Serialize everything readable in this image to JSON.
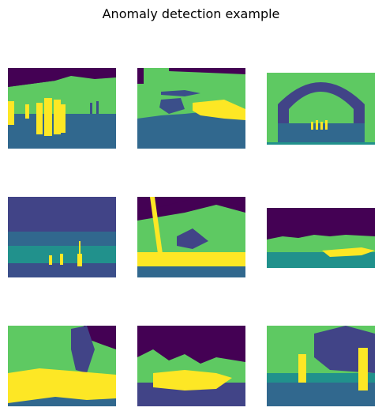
{
  "figure": {
    "title": "Anomaly detection example"
  },
  "palette": {
    "background_dark": "#440154",
    "class_purple": "#3b4f8a",
    "class_indigo": "#414487",
    "class_blue": "#31688e",
    "class_teal": "#21918c",
    "class_green_teal": "#2ab07f",
    "class_green": "#5ec962",
    "anomaly_yellow": "#fde725"
  },
  "panels": [
    {
      "id": "r1c1"
    },
    {
      "id": "r1c2"
    },
    {
      "id": "r1c3"
    },
    {
      "id": "r2c1"
    },
    {
      "id": "r2c2"
    },
    {
      "id": "r2c3"
    },
    {
      "id": "r3c1"
    },
    {
      "id": "r3c2"
    },
    {
      "id": "r3c3"
    }
  ]
}
